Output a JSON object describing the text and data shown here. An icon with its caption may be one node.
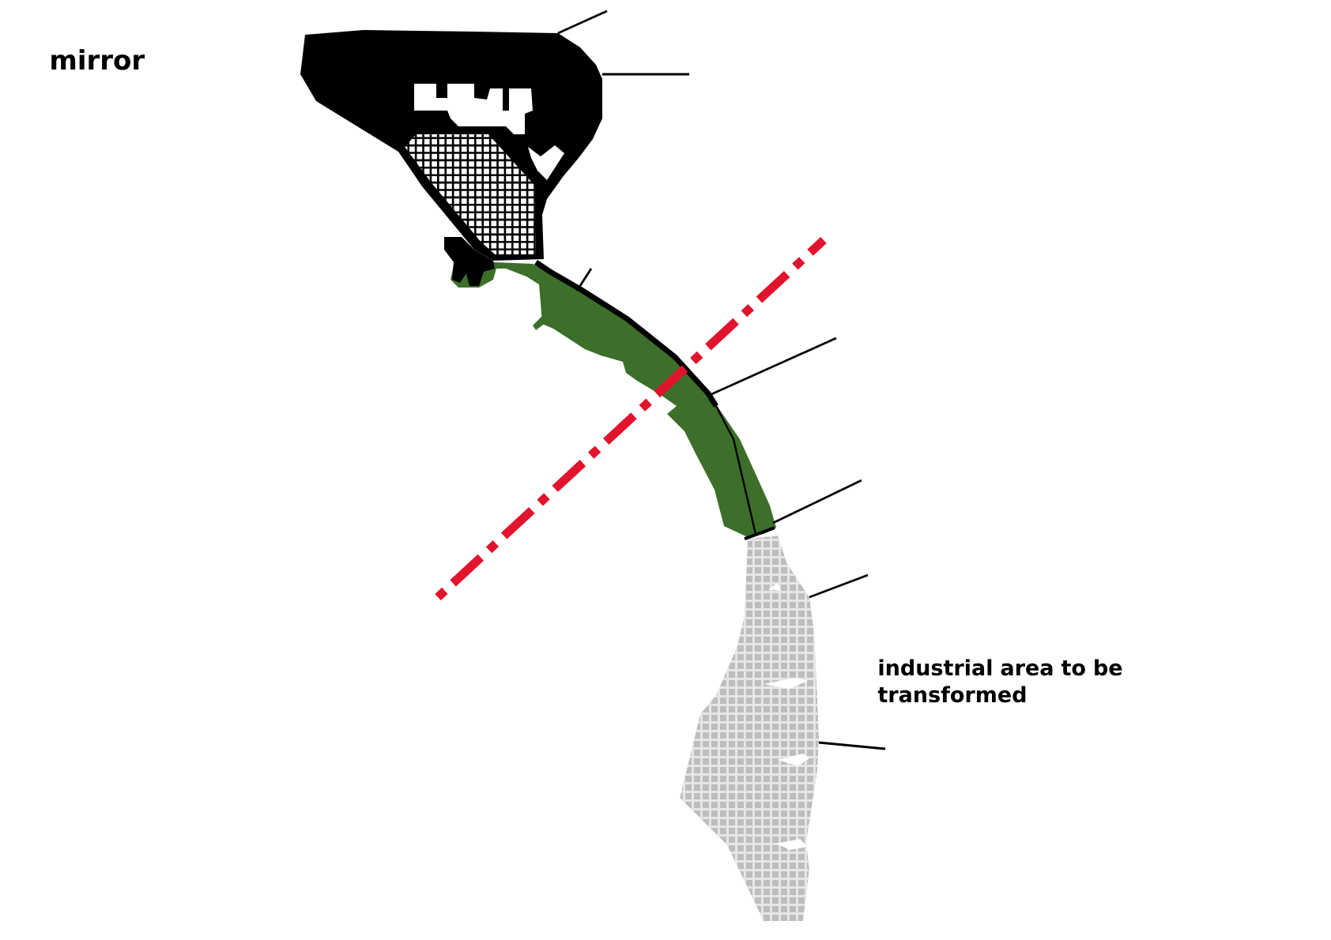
{
  "diagram": {
    "title": "mirror",
    "nodes": [
      {
        "text": [],
        "shape": "picture"
      },
      {
        "text": [],
        "shape": "picture"
      },
      {
        "text": [],
        "shape": "picture",
        "beside": [
          "industrial area to be transformed"
        ]
      }
    ],
    "edges": [
      {
        "from": null,
        "to": 0,
        "arrow": "none"
      },
      {
        "from": null,
        "to": 0,
        "arrow": "none"
      },
      {
        "from": null,
        "to": 1,
        "arrow": "none"
      },
      {
        "from": null,
        "to": 1,
        "arrow": "none"
      },
      {
        "from": null,
        "to": 1,
        "arrow": "none"
      },
      {
        "from": null,
        "to": 2,
        "arrow": "none"
      },
      {
        "from": null,
        "to": 2,
        "arrow": "none"
      }
    ]
  }
}
